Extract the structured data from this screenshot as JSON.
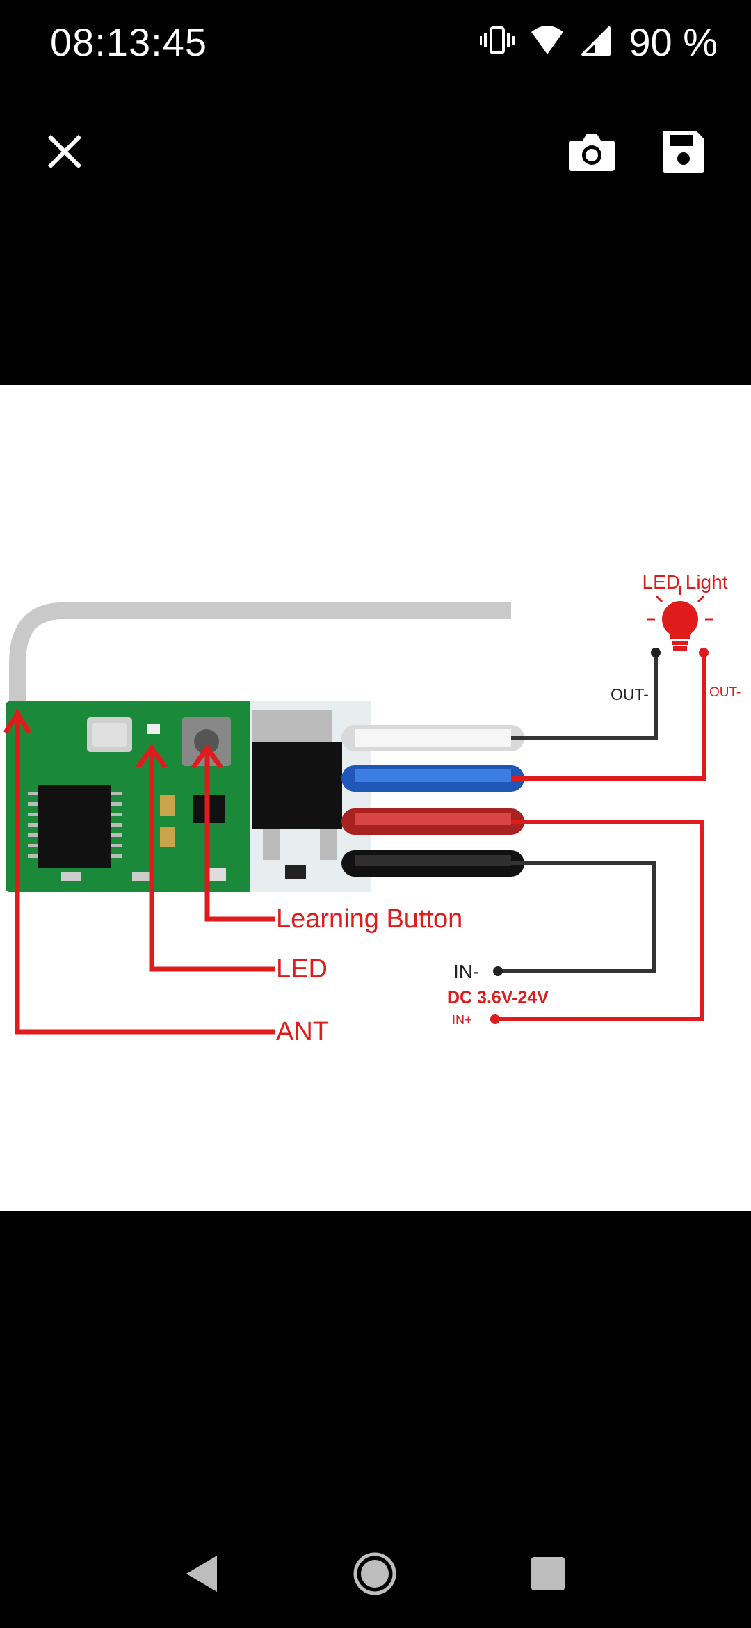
{
  "status_bar": {
    "time": "08:13:45",
    "battery": "90 %",
    "icons": [
      "vibrate-icon",
      "wifi-icon",
      "signal-icon"
    ]
  },
  "toolbar": {
    "icons": [
      "close-icon",
      "camera-icon",
      "save-icon"
    ]
  },
  "diagram": {
    "led_light_label": "LED Light",
    "out_minus_left": "OUT-",
    "out_minus_right": "OUT-",
    "learning_button_label": "Learning Button",
    "led_label": "LED",
    "ant_label": "ANT",
    "in_minus_label": "IN-",
    "dc_voltage_label": "DC 3.6V-24V",
    "in_plus_label": "IN+",
    "wire_colors": [
      "#f4f4f4",
      "#2f6fd8",
      "#d43a3a",
      "#1a1a1a"
    ],
    "accent_red": "#e01b1b"
  },
  "nav_bar": {
    "icons": [
      "back-icon",
      "home-icon",
      "recents-icon"
    ]
  }
}
